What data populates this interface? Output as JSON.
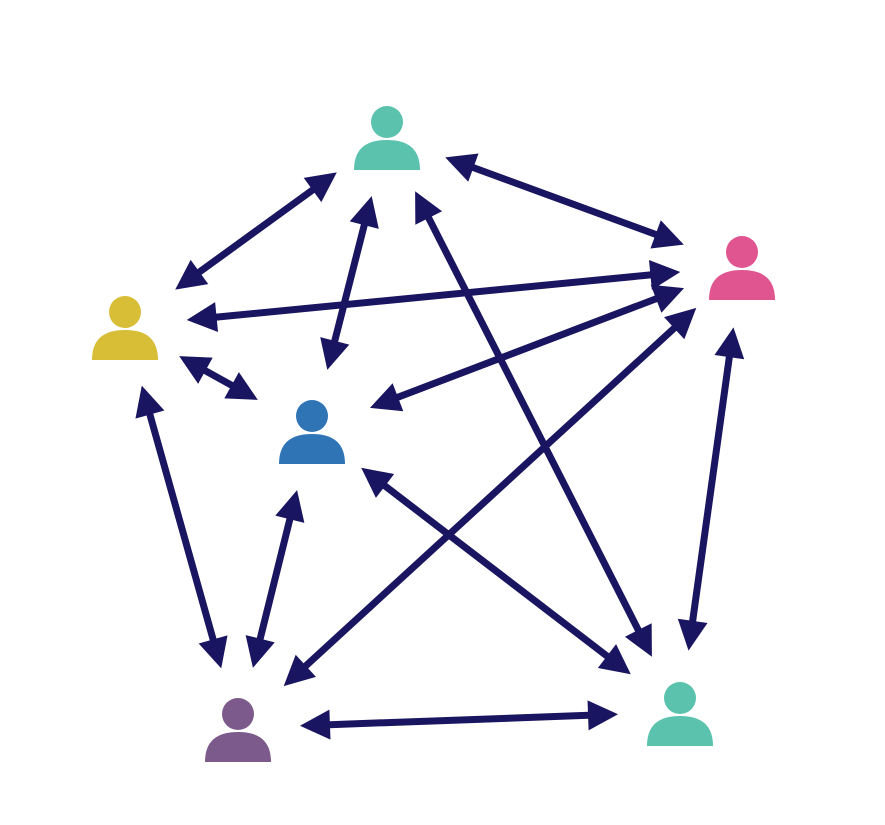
{
  "diagram": {
    "type": "fully-connected-network",
    "arrow_style": "bidirectional",
    "edge_color": "#1a1560",
    "nodes": [
      {
        "id": "top",
        "icon": "person-icon",
        "color": "#5bc2ad"
      },
      {
        "id": "right",
        "icon": "person-icon",
        "color": "#e0558f"
      },
      {
        "id": "left",
        "icon": "person-icon",
        "color": "#d8be36"
      },
      {
        "id": "center",
        "icon": "person-icon",
        "color": "#2f74b5"
      },
      {
        "id": "bottom-left",
        "icon": "person-icon",
        "color": "#7d5a8c"
      },
      {
        "id": "bottom-right",
        "icon": "person-icon",
        "color": "#5bc2ad"
      }
    ],
    "edges": [
      [
        "top",
        "left"
      ],
      [
        "top",
        "center"
      ],
      [
        "top",
        "right"
      ],
      [
        "top",
        "bottom-right"
      ],
      [
        "right",
        "left"
      ],
      [
        "right",
        "center"
      ],
      [
        "right",
        "bottom-left"
      ],
      [
        "right",
        "bottom-right"
      ],
      [
        "left",
        "center"
      ],
      [
        "left",
        "bottom-left"
      ],
      [
        "center",
        "bottom-left"
      ],
      [
        "center",
        "bottom-right"
      ],
      [
        "bottom-left",
        "bottom-right"
      ]
    ]
  }
}
